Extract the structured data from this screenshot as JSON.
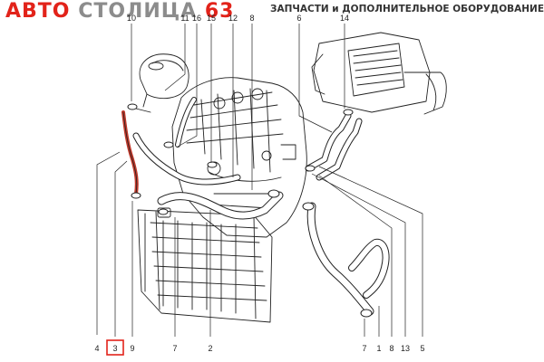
{
  "header": {
    "brand_avto": "АВТО",
    "brand_stolitsa": "СТОЛИЦА",
    "brand_num": "63",
    "tagline": "ЗАПЧАСТИ и ДОПОЛНИТЕЛЬНОЕ ОБОРУДОВАНИЕ"
  },
  "callouts_top": [
    "10",
    "11",
    "16",
    "15",
    "12",
    "8",
    "6",
    "14"
  ],
  "callouts_bottom": [
    "4",
    "3",
    "9",
    "7",
    "2",
    "7",
    "1",
    "8",
    "13",
    "5"
  ],
  "highlighted_part": "3",
  "colors": {
    "brand_red": "#e2231a",
    "brand_gray": "#8c8c8c",
    "highlight_hose": "#c0392b"
  }
}
